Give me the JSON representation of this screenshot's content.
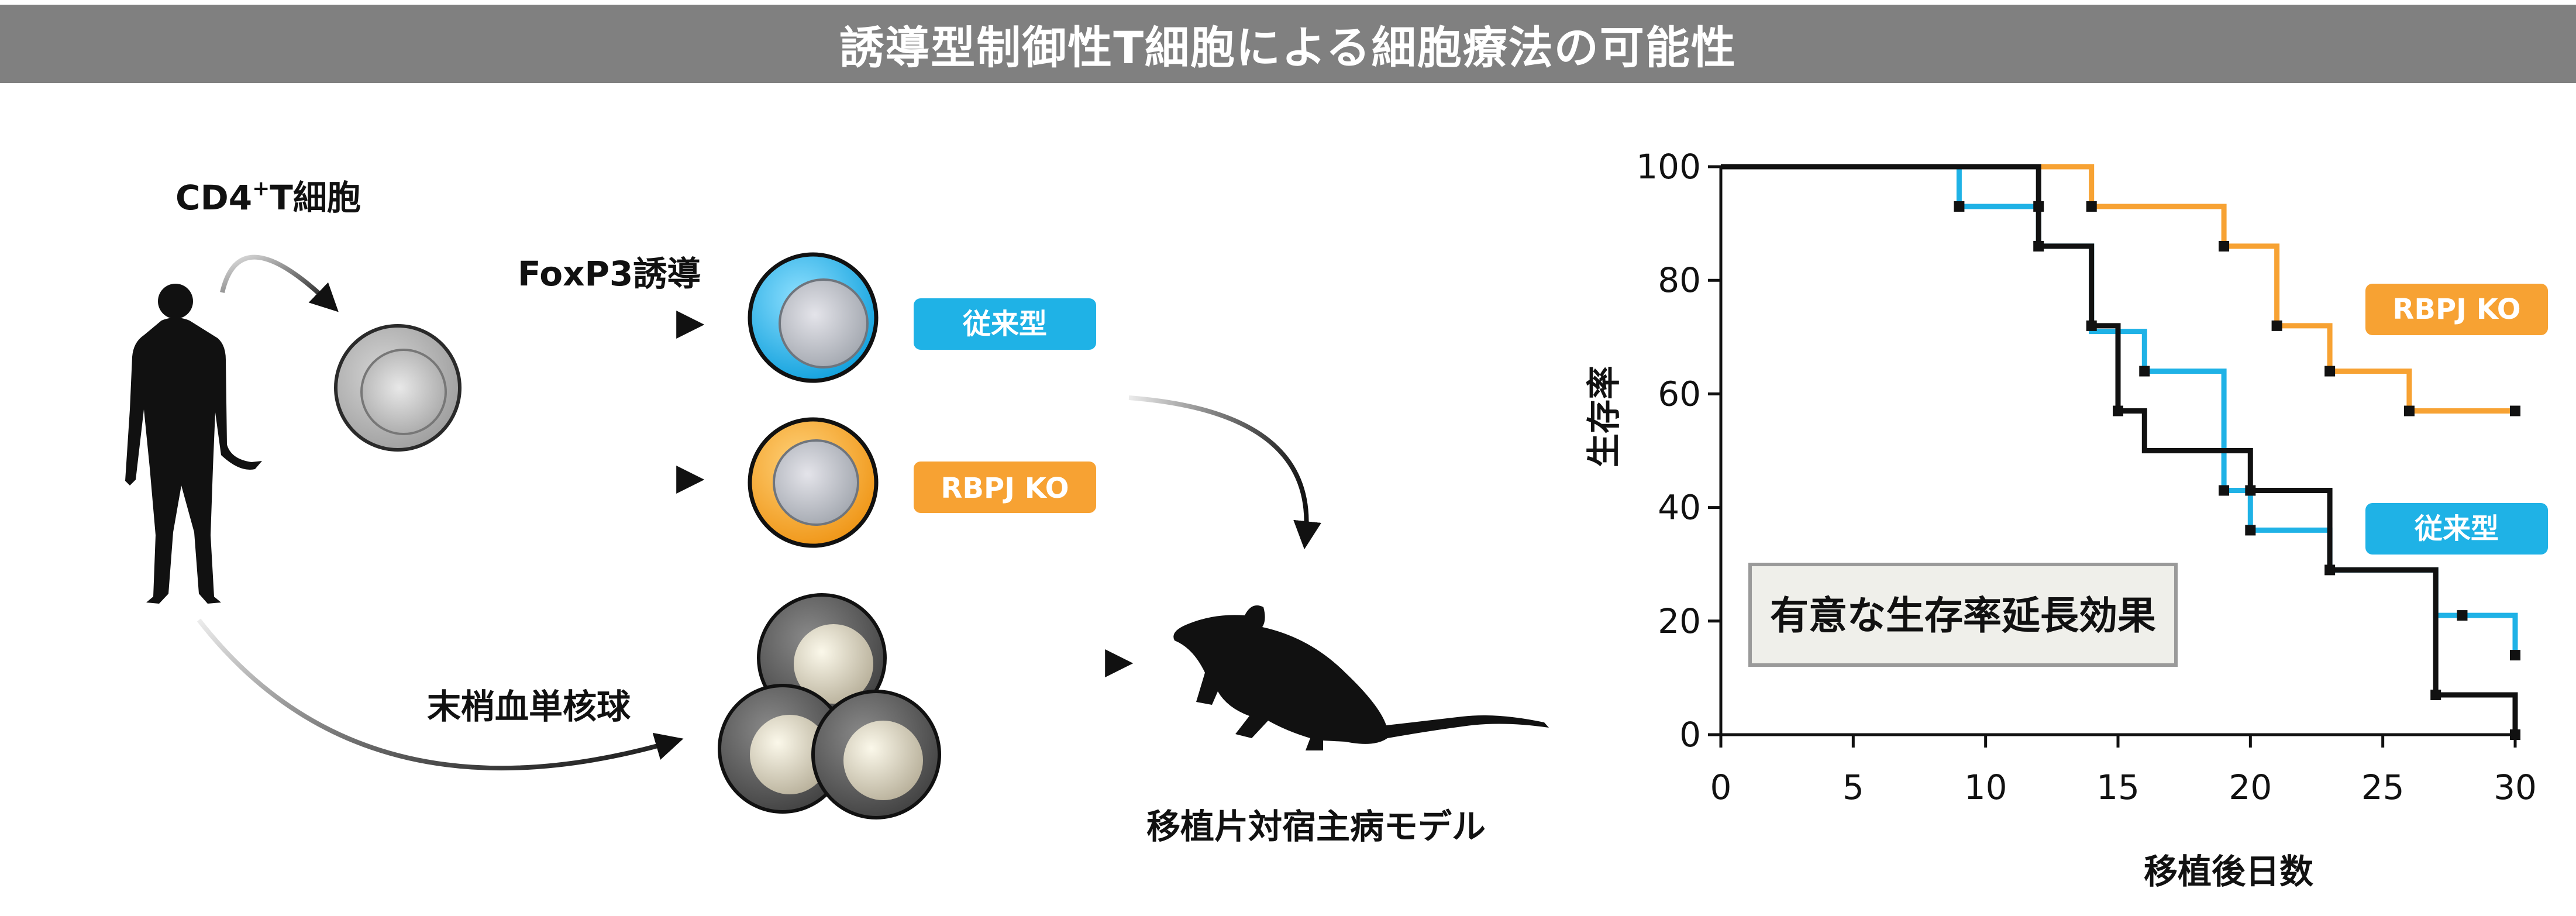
{
  "banner": {
    "title": "誘導型制御性T細胞による細胞療法の可能性"
  },
  "diagram": {
    "cd4_label_main": "CD4",
    "cd4_label_sup": "+",
    "cd4_label_tail": "T細胞",
    "foxp3_label": "FoxP3誘導",
    "conventional_badge": "従来型",
    "rbpj_badge": "RBPJ KO",
    "pbmc_label": "末梢血単核球",
    "mouse_label": "移植片対宿主病モデル"
  },
  "colors": {
    "blue": "#1fb2e6",
    "orange": "#f7a233",
    "black": "#111111",
    "banner": "#808080"
  },
  "chart_data": {
    "type": "line",
    "step": true,
    "xlabel": "移植後日数",
    "ylabel": "生存率",
    "xlim": [
      0,
      30
    ],
    "ylim": [
      0,
      100
    ],
    "xticks": [
      "0",
      "5",
      "10",
      "15",
      "20",
      "25",
      "30"
    ],
    "yticks": [
      "0",
      "20",
      "40",
      "60",
      "80",
      "100"
    ],
    "grid": false,
    "annotation": "有意な生存率延長効果",
    "series": [
      {
        "name": "RBPJ KO",
        "color": "#f7a233",
        "points": [
          [
            0,
            100
          ],
          [
            14,
            100
          ],
          [
            14,
            93
          ],
          [
            19,
            93
          ],
          [
            19,
            86
          ],
          [
            21,
            86
          ],
          [
            21,
            72
          ],
          [
            23,
            72
          ],
          [
            23,
            64
          ],
          [
            26,
            64
          ],
          [
            26,
            57
          ],
          [
            30,
            57
          ]
        ],
        "censor": [
          [
            14,
            93
          ],
          [
            19,
            86
          ],
          [
            21,
            72
          ],
          [
            23,
            64
          ],
          [
            26,
            57
          ],
          [
            30,
            57
          ]
        ]
      },
      {
        "name": "従来型",
        "color": "#1fb2e6",
        "points": [
          [
            0,
            100
          ],
          [
            9,
            100
          ],
          [
            9,
            93
          ],
          [
            12,
            93
          ],
          [
            12,
            86
          ],
          [
            14,
            86
          ],
          [
            14,
            71
          ],
          [
            16,
            71
          ],
          [
            16,
            64
          ],
          [
            19,
            64
          ],
          [
            19,
            43
          ],
          [
            20,
            43
          ],
          [
            20,
            36
          ],
          [
            23,
            36
          ],
          [
            23,
            29
          ],
          [
            27,
            29
          ],
          [
            27,
            21
          ],
          [
            28,
            21
          ],
          [
            28,
            21
          ],
          [
            30,
            21
          ],
          [
            30,
            14
          ]
        ],
        "censor": [
          [
            9,
            93
          ],
          [
            16,
            64
          ],
          [
            19,
            43
          ],
          [
            20,
            36
          ],
          [
            28,
            21
          ],
          [
            30,
            14
          ]
        ]
      },
      {
        "name": "",
        "color": "#111111",
        "points": [
          [
            0,
            100
          ],
          [
            12,
            100
          ],
          [
            12,
            86
          ],
          [
            14,
            86
          ],
          [
            14,
            72
          ],
          [
            15,
            72
          ],
          [
            15,
            57
          ],
          [
            16,
            57
          ],
          [
            16,
            50
          ],
          [
            20,
            50
          ],
          [
            20,
            43
          ],
          [
            23,
            43
          ],
          [
            23,
            29
          ],
          [
            27,
            29
          ],
          [
            27,
            7
          ],
          [
            30,
            7
          ],
          [
            30,
            0
          ]
        ],
        "censor": [
          [
            12,
            93
          ],
          [
            12,
            86
          ],
          [
            14,
            72
          ],
          [
            15,
            57
          ],
          [
            20,
            43
          ],
          [
            23,
            29
          ],
          [
            27,
            7
          ],
          [
            30,
            0
          ]
        ]
      }
    ],
    "legend": [
      {
        "label": "RBPJ KO",
        "color": "#f7a233"
      },
      {
        "label": "従来型",
        "color": "#1fb2e6"
      }
    ]
  }
}
